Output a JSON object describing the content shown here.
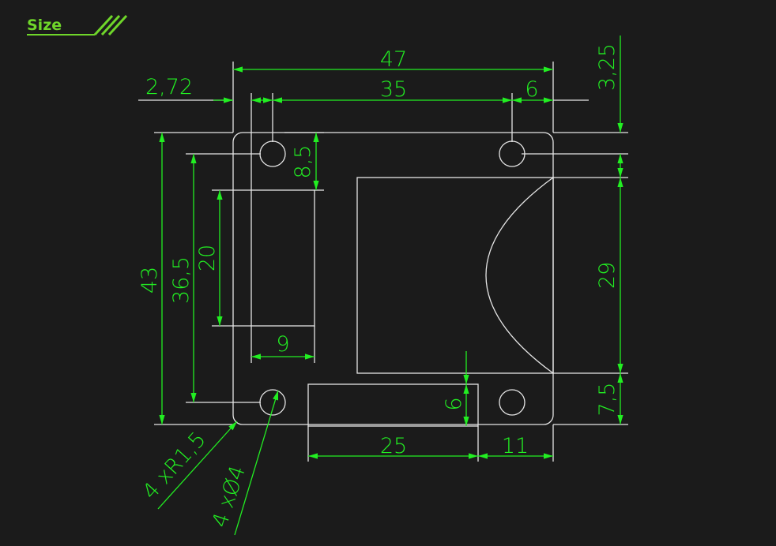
{
  "title": "Size",
  "colors": {
    "dimension": "#22ee22",
    "outline": "#e6e6e6",
    "background": "#1b1b1b",
    "title": "#6fd62a"
  },
  "dimensions": {
    "overall_width": "47",
    "hole_spacing_x": "35",
    "left_offset": "2,72",
    "right_offset": "6",
    "top_offset": "3,25",
    "display_height": "29",
    "bottom_offset": "7,5",
    "overall_height": "43",
    "hole_spacing_y": "36,5",
    "connector_height": "20",
    "connector_top": "8,5",
    "connector_width": "9",
    "bottom_rect_height": "6",
    "bottom_rect_width": "25",
    "bottom_right_gap": "11",
    "corner_radius": "4 xR1,5",
    "hole_diameter": "4 xØ4"
  }
}
